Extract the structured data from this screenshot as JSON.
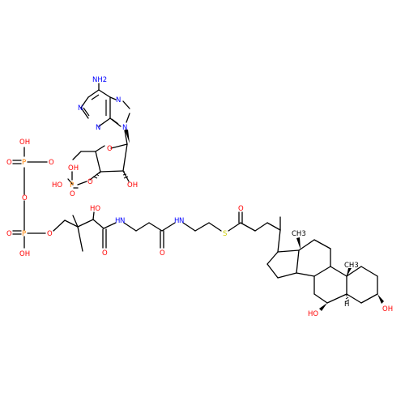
{
  "colors": {
    "bond": "#000000",
    "oxygen": "#ff0000",
    "nitrogen": "#0000ff",
    "phosphorus": "#ff8000",
    "sulfur": "#cccc00"
  },
  "atoms": {
    "nh2": "NH2",
    "n_pur_tr": "N",
    "n_pur_l1": "N",
    "n_pur_l2": "N",
    "n_pur_9": "N",
    "o_ring": "O",
    "oh_ribose": "OH",
    "o_3p": "O",
    "p_3": "P",
    "oh_3p_a": "OH",
    "oh_3p_b": "HO",
    "o_3p_dbl": "O",
    "o_5": "O",
    "p_a": "P",
    "o_pa_dbl": "O",
    "oh_pa": "OH",
    "o_bridge": "O",
    "p_b": "P",
    "o_pb_dbl": "O",
    "oh_pb": "OH",
    "o_pb_ester": "O",
    "oh_pant": "HO",
    "o_amide1": "O",
    "nh_1": "N",
    "nh_1_h": "H",
    "o_amide2": "O",
    "nh_2": "N",
    "nh_2_h": "H",
    "s": "S",
    "o_thio": "O",
    "ch3_18": "CH3",
    "ch3_19": "CH3",
    "h_5": "H",
    "oh_7": "HO",
    "oh_3": "OH"
  }
}
